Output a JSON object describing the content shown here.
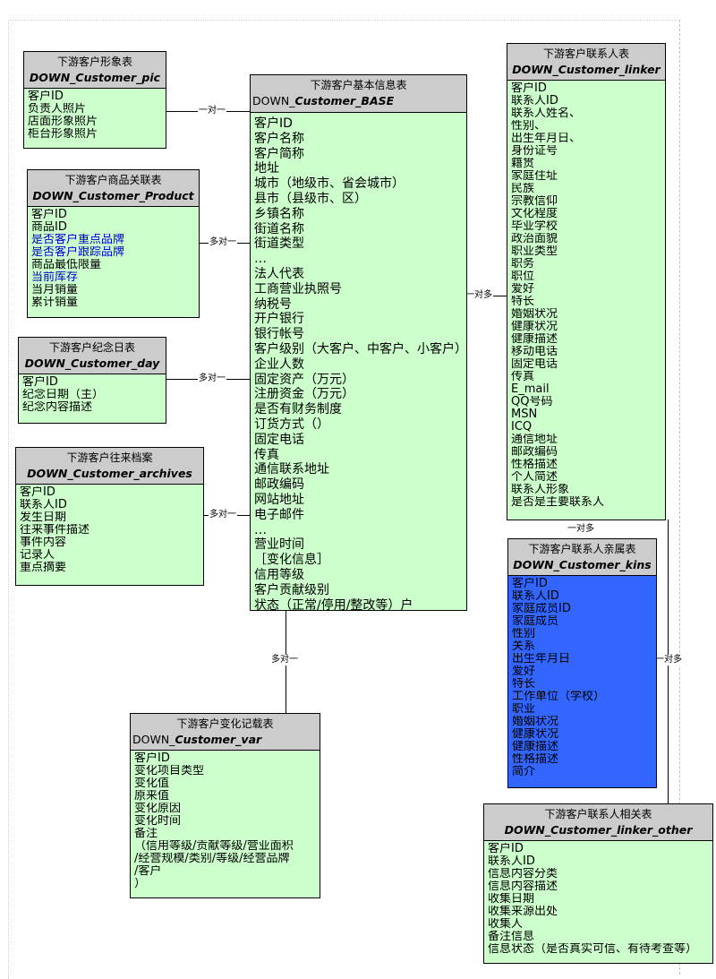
{
  "entities": {
    "pic": {
      "title": "下游客户形象表",
      "name": "DOWN_Customer_pic",
      "fields": [
        "客户ID",
        "负责人照片",
        "店面形象照片",
        "柜台形象照片"
      ]
    },
    "product": {
      "title": "下游客户商品关联表",
      "name": "DOWN_Customer_Product",
      "fields": [
        "客户ID",
        "商品ID",
        "是否客户重点品牌",
        "是否客户跟踪品牌",
        "商品最低限量",
        "当前库存",
        "当月销量",
        "累计销量"
      ]
    },
    "day": {
      "title": "下游客户纪念日表",
      "name": "DOWN_Customer_day",
      "fields": [
        "客户ID",
        "纪念日期（主）",
        "纪念内容描述"
      ]
    },
    "archives": {
      "title": "下游客户往来档案",
      "name": "DOWN_Customer_archives",
      "fields": [
        "客户ID",
        "联系人ID",
        "发生日期",
        "往来事件描述",
        "事件内容",
        "记录人",
        "重点摘要"
      ]
    },
    "base": {
      "title": "下游客户基本信息表",
      "name_prefix": "DOWN_",
      "name": "Customer_BASE",
      "fields": [
        "客户ID",
        "客户名称",
        "客户简称",
        "地址",
        "城市（地级市、省会城市）",
        "县市（县级市、区）",
        "乡镇名称",
        "街道名称",
        "街道类型",
        "…",
        "法人代表",
        "工商营业执照号",
        "纳税号",
        "开户银行",
        "银行帐号",
        "客户级别（大客户、中客户、小客户）",
        "企业人数",
        "固定资产（万元）",
        "注册资金（万元）",
        "是否有财务制度",
        "订货方式（）",
        "固定电话",
        "传真",
        "通信联系地址",
        "邮政编码",
        "网站地址",
        "电子邮件",
        "…",
        "营业时间",
        "［变化信息］",
        "信用等级",
        "客户贡献级别",
        "状态（正常/停用/整改等）户"
      ]
    },
    "linker": {
      "title": "下游客户联系人表",
      "name": "DOWN_Customer_linker",
      "fields": [
        "客户ID",
        "联系人ID",
        "联系人姓名、",
        "性别、",
        "出生年月日、",
        "身份证号",
        "籍贯",
        "家庭住址",
        "民族",
        "宗教信仰",
        "文化程度",
        "毕业学校",
        "政治面貌",
        "职业类型",
        "职务",
        "职位",
        "爱好",
        "特长",
        "婚姻状况",
        "健康状况",
        "健康描述",
        "移动电话",
        "固定电话",
        "传真",
        "E_mail",
        "QQ号码",
        "MSN",
        "ICQ",
        "通信地址",
        "邮政编码",
        "性格描述",
        "个人简述",
        "联系人形象",
        "是否是主要联系人"
      ]
    },
    "kins": {
      "title": "下游客户联系人亲属表",
      "name": "DOWN_Customer_kins",
      "fields": [
        "客户ID",
        "联系人ID",
        "家庭成员ID",
        "家庭成员",
        "性别",
        "关系",
        "出生年月日",
        "爱好",
        "特长",
        "工作单位（学校）",
        "职业",
        "婚姻状况",
        "健康状况",
        "健康描述",
        "性格描述",
        "简介"
      ]
    },
    "var": {
      "title": "下游客户变化记载表",
      "name_prefix": "DOWN_",
      "name": "Customer_var",
      "fields": [
        "客户ID",
        "变化项目类型",
        "变化值",
        "原来值",
        "变化原因",
        "变化时间",
        "备注",
        "（信用等级/贡献等级/营业面积",
        "/经营规模/类别/等级/经营品牌",
        "/客户",
        "）"
      ]
    },
    "linker_other": {
      "title": "下游客户联系人相关表",
      "name": "DOWN_Customer_linker_other",
      "fields": [
        "客户ID",
        "联系人ID",
        "信息内容分类",
        "信息内容描述",
        "收集日期",
        "收集来源出处",
        "收集人",
        "备注信息",
        "信息状态（是否真实可信、有待考查等）"
      ]
    }
  },
  "relations": {
    "pic_base": "一对一",
    "product_base": "多对一",
    "day_base": "多对一",
    "archives_base": "多对一",
    "base_linker": "一对多",
    "base_var": "多对一",
    "linker_kins": "一对多",
    "linker_other": "一对多"
  },
  "colors": {
    "entity_fill": "#ccffcc",
    "header_fill": "#cccccc",
    "kins_fill": "#3366ff",
    "highlight_text": "#0000cc"
  }
}
